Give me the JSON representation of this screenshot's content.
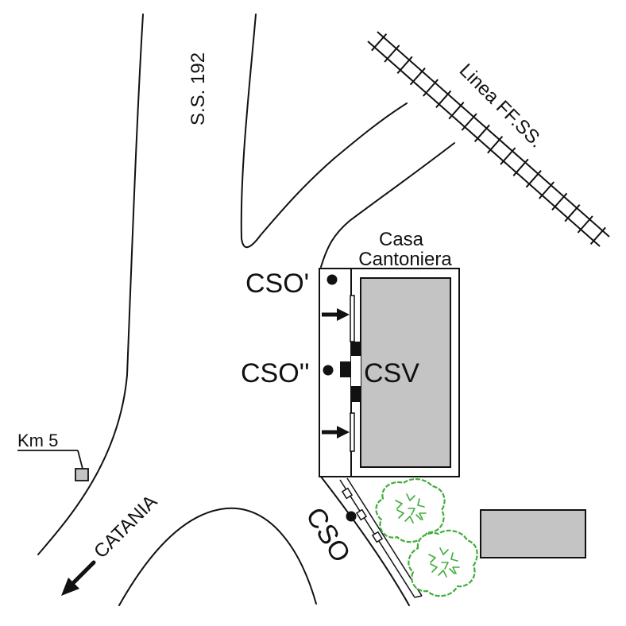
{
  "labels": {
    "road_name": "S.S. 192",
    "railway": "Linea FF.SS.",
    "building_line1": "Casa",
    "building_line2": "Cantoniera",
    "cso_prime": "CSO'",
    "cso_double": "CSO''",
    "csv": "CSV",
    "cso": "CSO",
    "km": "Km 5",
    "direction": "CATANIA"
  },
  "colors": {
    "line": "#111111",
    "building_fill": "#c4c4c4",
    "tree": "#3fae3a",
    "background": "#ffffff"
  }
}
